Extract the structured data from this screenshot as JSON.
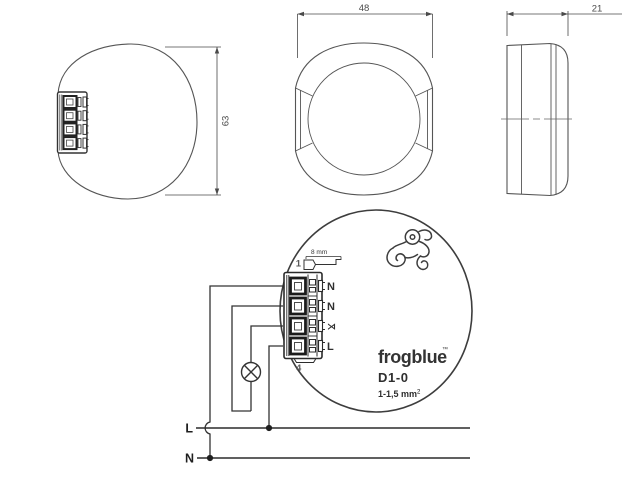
{
  "views": {
    "front": {
      "height_dim": "63"
    },
    "top": {
      "width_dim": "48"
    },
    "side": {
      "depth_dim": "21"
    }
  },
  "wiring": {
    "terminal_top_index": "1",
    "terminal_bottom_index": "4",
    "strip_length": "8 mm",
    "terminals": [
      {
        "label": "N"
      },
      {
        "label": "N"
      },
      {
        "label": "⋊"
      },
      {
        "label": "L"
      }
    ],
    "device": {
      "brand": "frogblue",
      "trademark": "™",
      "model": "D1-0",
      "wire_spec": "1-1,5 mm",
      "wire_spec_exponent": "2"
    },
    "bus": {
      "line_label": "L",
      "neutral_label": "N"
    },
    "icons": {
      "logo": "frog-logo",
      "strip": "wire-strip-icon",
      "load": "lamp-icon",
      "terminal_3": "dimmer-output-icon"
    }
  },
  "colors": {
    "ink": "#333333",
    "line_art": "#4a4a4a",
    "background": "#ffffff"
  }
}
